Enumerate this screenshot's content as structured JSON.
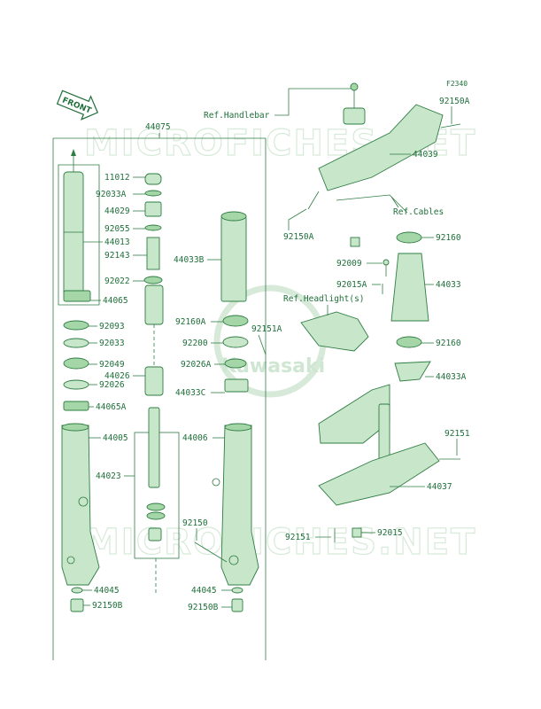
{
  "figure_code": "F2340",
  "front_badge": "FRONT",
  "watermarks": [
    "MICROFICHES.NET",
    "MICROFICHES.NET"
  ],
  "center_logo": "Kawasaki",
  "refs": {
    "handlebar": "Ref.Handlebar",
    "cables": "Ref.Cables",
    "headlight": "Ref.Headlight(s)"
  },
  "labels": {
    "p44075": "44075",
    "p11012": "11012",
    "p92033a": "92033A",
    "p44029": "44029",
    "p92055": "92055",
    "p44013": "44013",
    "p92143": "92143",
    "p92022": "92022",
    "p44065": "44065",
    "p92093": "92093",
    "p92033": "92033",
    "p92049": "92049",
    "p92026": "92026",
    "p44026": "44026",
    "p44065a": "44065A",
    "p44005": "44005",
    "p44023": "44023",
    "p44045_l": "44045",
    "p92150b_l": "92150B",
    "p44033b": "44033B",
    "p92160a": "92160A",
    "p92200": "92200",
    "p92151a": "92151A",
    "p92026a": "92026A",
    "p44033c": "44033C",
    "p44006": "44006",
    "p92150": "92150",
    "p44045_r": "44045",
    "p92150b_r": "92150B",
    "p92150a_top": "92150A",
    "p44039": "44039",
    "p92150a_mid": "92150A",
    "p92160_top": "92160",
    "p92009": "92009",
    "p92015a": "92015A",
    "p44033": "44033",
    "p92160_bot": "92160",
    "p44033a": "44033A",
    "p92151_r": "92151",
    "p44037": "44037",
    "p92151_b": "92151",
    "p92015": "92015"
  }
}
